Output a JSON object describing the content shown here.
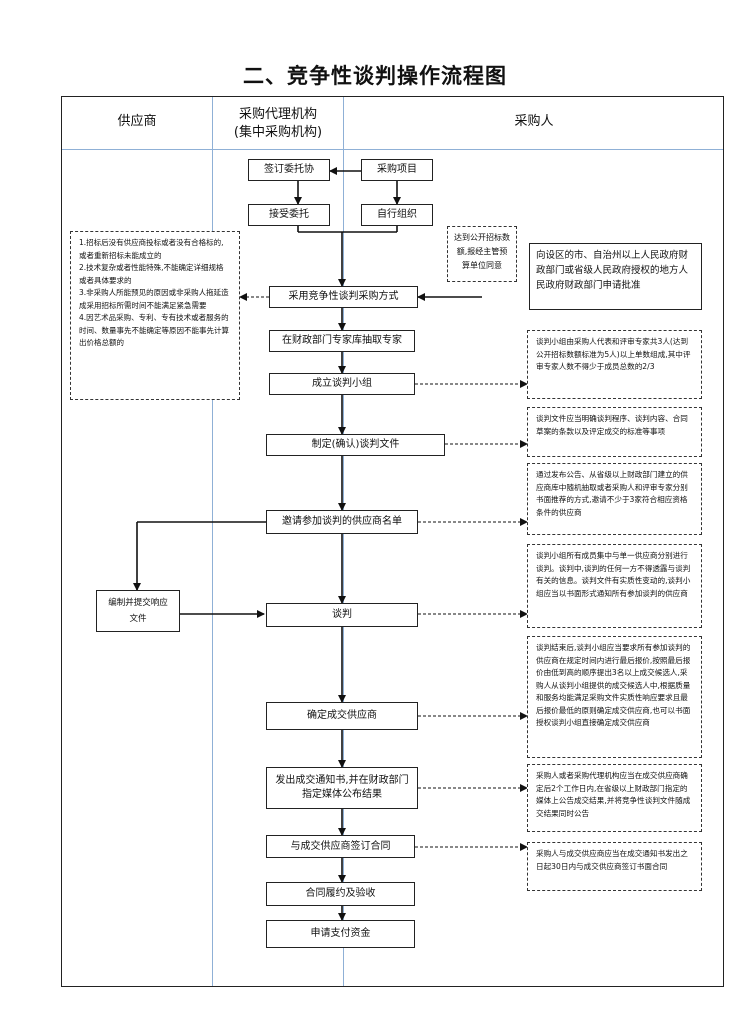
{
  "title": "二、竞争性谈判操作流程图",
  "lanes": {
    "supplier": "供应商",
    "agency_line1": "采购代理机构",
    "agency_line2": "(集中采购机构)",
    "purchaser": "采购人"
  },
  "steps": {
    "sign_entrust": "签订委托协",
    "procurement_project": "采购项目",
    "accept_entrust": "接受委托",
    "self_organize": "自行组织",
    "adopt_method": "采用竞争性谈判采购方式",
    "extract_experts": "在财政部门专家库抽取专家",
    "form_group": "成立谈判小组",
    "make_document": "制定(确认)谈判文件",
    "invite_suppliers": "邀请参加谈判的供应商名单",
    "negotiate": "谈判",
    "determine_supplier": "确定成交供应商",
    "issue_notice": "发出成交通知书,并在财政部门指定媒体公布结果",
    "sign_contract": "与成交供应商签订合同",
    "perform_accept": "合同履约及验收",
    "apply_payment": "申请支付资金",
    "prepare_response": "编制并提交响应文件"
  },
  "conditions": {
    "c1": "1.招标后没有供应商投标或者没有合格标的,或者重新招标未能成立的",
    "c2": "2.技术复杂或者性能特殊,不能确定详细规格或者具体要求的",
    "c3": "3.非采购人所能预见的原因或非采购人拖延造成采用招标所需时间不能满足紧急需要",
    "c4": "4.因艺术品采购、专利、专有技术或者服务的时间、数量事先不能确定等原因不能事先计算出价格总额的"
  },
  "notes": {
    "budget_threshold": "达到公开招标数额,报经主管预算单位同意",
    "approval": "向设区的市、自治州以上人民政府财政部门或省级人民政府授权的地方人民政府财政部门申请批准",
    "group_composition": "谈判小组由采购人代表和评审专家共3人(达到公开招标数额标准为5人)以上单数组成,其中评审专家人数不得少于成员总数的2/3",
    "document_content": "谈判文件应当明确谈判程序、谈判内容、合同草案的条款以及评定成交的标准等事项",
    "supplier_selection": "通过发布公告、从省级以上财政部门建立的供应商库中随机抽取或者采购人和评审专家分别书面推荐的方式,邀请不少于3家符合相应资格条件的供应商",
    "negotiation_rules": "谈判小组所有成员集中与单一供应商分别进行谈判。谈判中,谈判的任何一方不得透露与谈判有关的信息。谈判文件有实质性变动的,谈判小组应当以书面形式通知所有参加谈判的供应商",
    "final_offer": "谈判结束后,谈判小组应当要求所有参加谈判的供应商在规定时间内进行最后报价,按照最后报价由低到高的顺序提出3名以上成交候选人,采购人从谈判小组提供的成交候选人中,根据质量和服务均能满足采购文件实质性响应要求且最后报价最低的原则确定成交供应商,也可以书面授权谈判小组直接确定成交供应商",
    "announcement": "采购人或者采购代理机构应当在成交供应商确定后2个工作日内,在省级以上财政部门指定的媒体上公告成交结果,并将竞争性谈判文件随成交结果同时公告",
    "contract_deadline": "采购人与成交供应商应当在成交通知书发出之日起30日内与成交供应商签订书面合同"
  }
}
